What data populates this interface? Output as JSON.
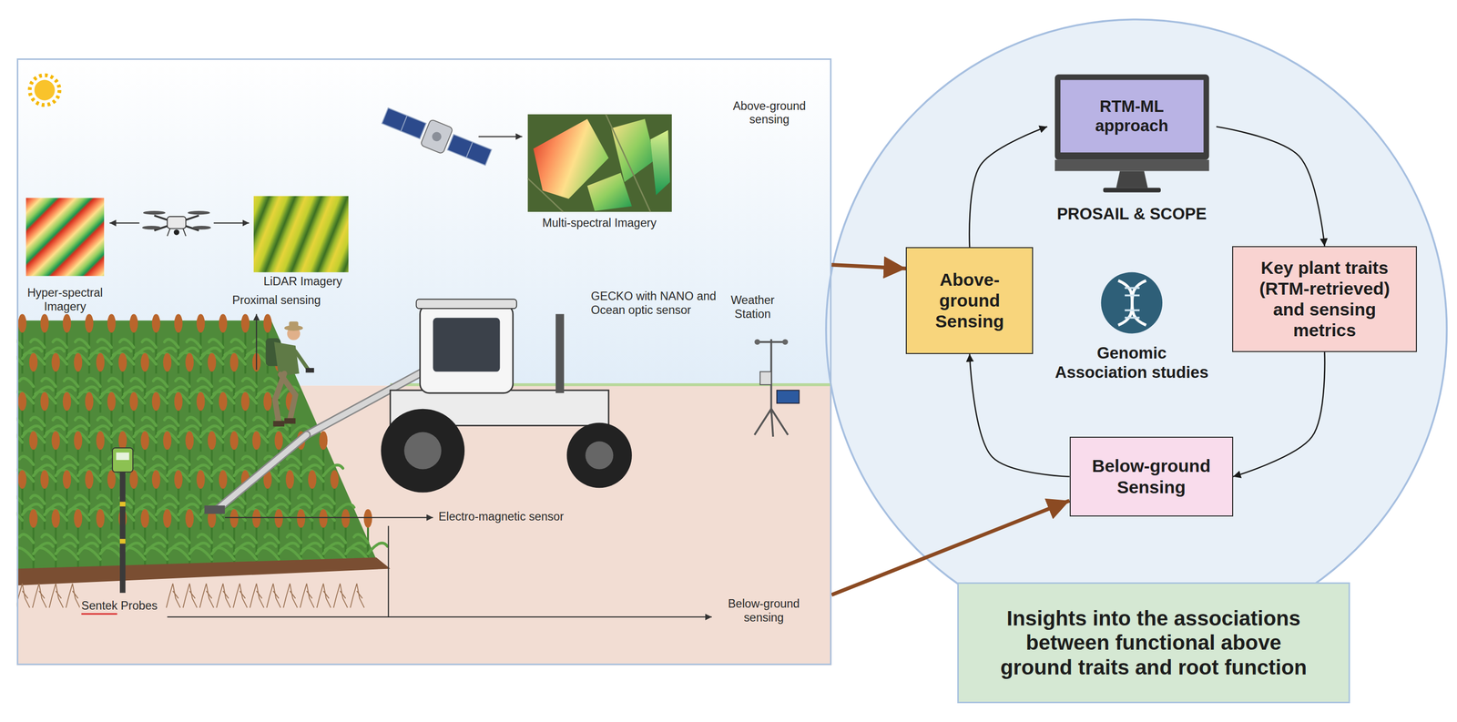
{
  "diagram": {
    "nodes": [
      {
        "text": [
          "Above-ground sensing",
          "Multi-spectral Imagery",
          "Hyper-spectral Imagery",
          "LiDAR Imagery",
          "Proximal sensing",
          "GECKO with NANO and Ocean optic sensor",
          "Weather Station",
          "Electro-magnetic sensor",
          "Sentek Probes",
          "Below-ground sensing"
        ]
      },
      {
        "text": [
          "RTM-ML approach",
          "PROSAIL & SCOPE"
        ]
      },
      {
        "text": [
          "Above-ground Sensing"
        ]
      },
      {
        "text": [
          "Genomic Association studies"
        ]
      },
      {
        "text": [
          "Key plant traits (RTM-retrieved) and sensing metrics"
        ]
      },
      {
        "text": [
          "Below-ground Sensing"
        ]
      },
      {
        "text": [
          "Insights into the associations between functional above ground traits and root function"
        ]
      }
    ],
    "edges": [
      {
        "from": 0,
        "to": 2,
        "arrow": "to"
      },
      {
        "from": 0,
        "to": 5,
        "arrow": "to"
      },
      {
        "from": 2,
        "to": 1,
        "arrow": "to"
      },
      {
        "from": 1,
        "to": 4,
        "arrow": "to"
      },
      {
        "from": 4,
        "to": 5,
        "arrow": "to"
      },
      {
        "from": 5,
        "to": 2,
        "arrow": "to"
      }
    ]
  }
}
